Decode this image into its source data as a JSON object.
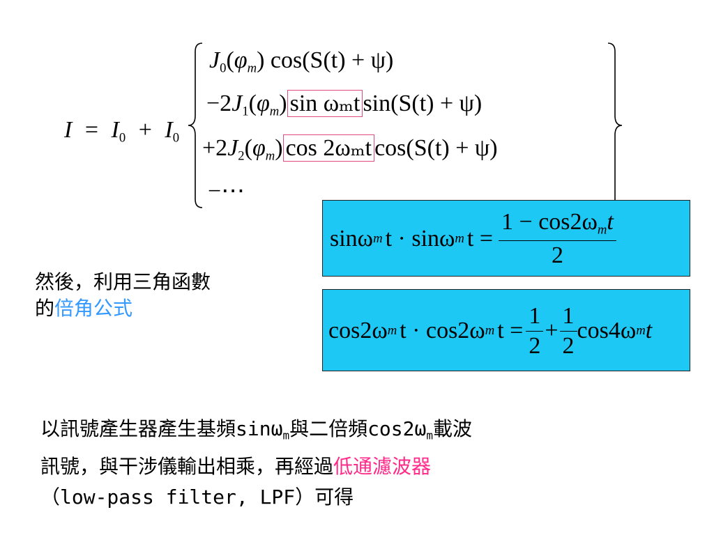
{
  "colors": {
    "formula_box": "#1ec8f5",
    "highlight_border": "#e04a7a",
    "blue_text": "#3399ff",
    "pink_text": "#ff2a8a"
  },
  "main_equation": {
    "lhs": "I",
    "equals": "=",
    "term1": "I",
    "term1_sub": "0",
    "plus": "+",
    "term2": "I",
    "term2_sub": "0",
    "rows": [
      {
        "prefix": "",
        "coef": "",
        "bessel_sub": "0",
        "factor": "",
        "trig": "cos"
      },
      {
        "prefix": "−2",
        "coef": "",
        "bessel_sub": "1",
        "factor": "sin ωₘt",
        "trig": "sin"
      },
      {
        "prefix": "+2",
        "coef": "",
        "bessel_sub": "2",
        "factor": "cos 2ωₘt",
        "trig": "cos"
      }
    ],
    "arg_open": "(S(t) + ψ)",
    "ellipsis": "−⋯"
  },
  "identity1": {
    "lhs_a": "sinω",
    "lhs_sub": "m",
    "lhs_b": "t · sinω",
    "lhs_b_sub": "m",
    "lhs_c": "t =",
    "num": "1 − cos2ω",
    "num_sub": "m",
    "num_t": "t",
    "den": "2"
  },
  "identity2": {
    "lhs_a": "cos2ω",
    "lhs_sub": "m",
    "lhs_b": "t · cos2ω",
    "lhs_b_sub": "m",
    "lhs_c": "t =",
    "half_num": "1",
    "half_den": "2",
    "plus": "+",
    "half2_num": "1",
    "half2_den": "2",
    "rhs_a": "cos4ω",
    "rhs_sub": "m",
    "rhs_t": "t"
  },
  "side_text": {
    "line1": "然後，利用三角函數",
    "line2_prefix": "的",
    "line2_blue": "倍角公式"
  },
  "bottom_text": {
    "line1_a": "以訊號產生器產生基頻sinω",
    "line1_sub1": "m",
    "line1_b": "與二倍頻cos2ω",
    "line1_sub2": "m",
    "line1_c": "載波",
    "line2_a": "訊號，與干涉儀輸出相乘，再經過",
    "line2_pink": "低通濾波器",
    "line3": "（low-pass filter, LPF）可得"
  }
}
